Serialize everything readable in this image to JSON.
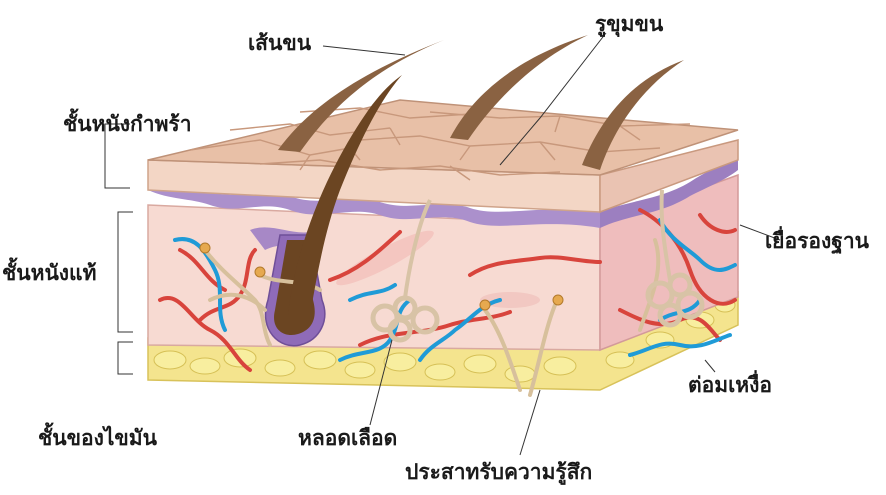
{
  "labels": {
    "hair_shaft": "เส้นขน",
    "hair_follicle_pore": "รูขุมขน",
    "epidermis": "ชั้นหนังกำพร้า",
    "dermis": "ชั้นหนังแท้",
    "subcutaneous_fat": "ชั้นของไขมัน",
    "basement_membrane": "เยื่อรองฐาน",
    "sweat_gland": "ต่อมเหงื่อ",
    "blood_vessel": "หลอดเลือด",
    "sensory_nerve": "ประสาทรับความรู้สึก"
  },
  "colors": {
    "epidermis_top": "#e9bfa6",
    "epidermis_edge": "#f3d7c6",
    "basal_purple": "#a78ac8",
    "dermis": "#f6d8d0",
    "dermis_side": "#eebcbc",
    "fat": "#f3e38a",
    "artery": "#d8433b",
    "vein": "#1f9bd7",
    "nerve": "#d9c2a0",
    "hair": "#6b4522"
  }
}
